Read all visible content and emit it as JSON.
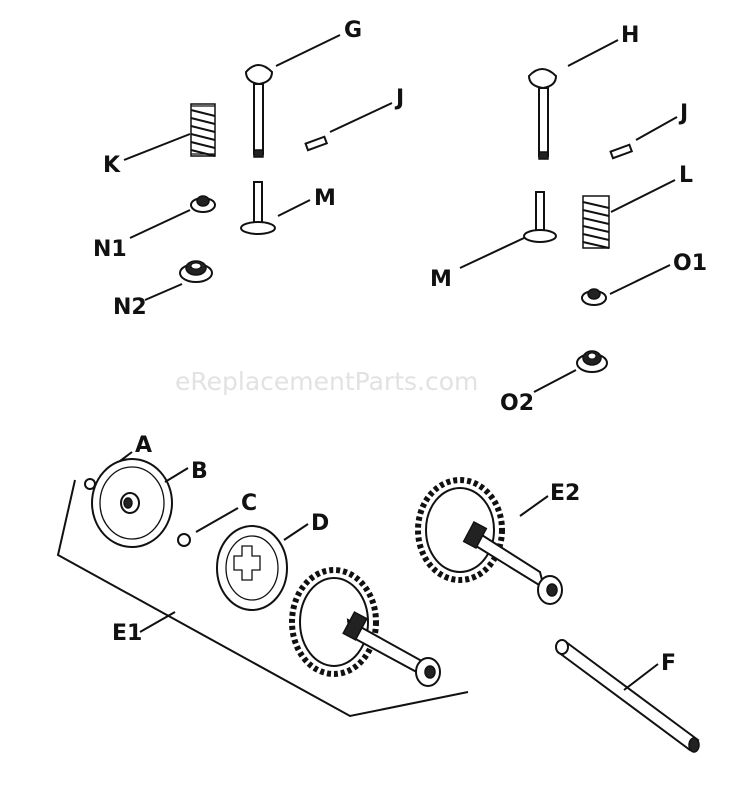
{
  "watermark": "eReplacementParts.com",
  "labels": {
    "G": "G",
    "H": "H",
    "J_left": "J",
    "J_right": "J",
    "K": "K",
    "L": "L",
    "M_left": "M",
    "M_right": "M",
    "N1": "N1",
    "N2": "N2",
    "O1": "O1",
    "O2": "O2",
    "A": "A",
    "B": "B",
    "C": "C",
    "D": "D",
    "E1": "E1",
    "E2": "E2",
    "F": "F"
  }
}
